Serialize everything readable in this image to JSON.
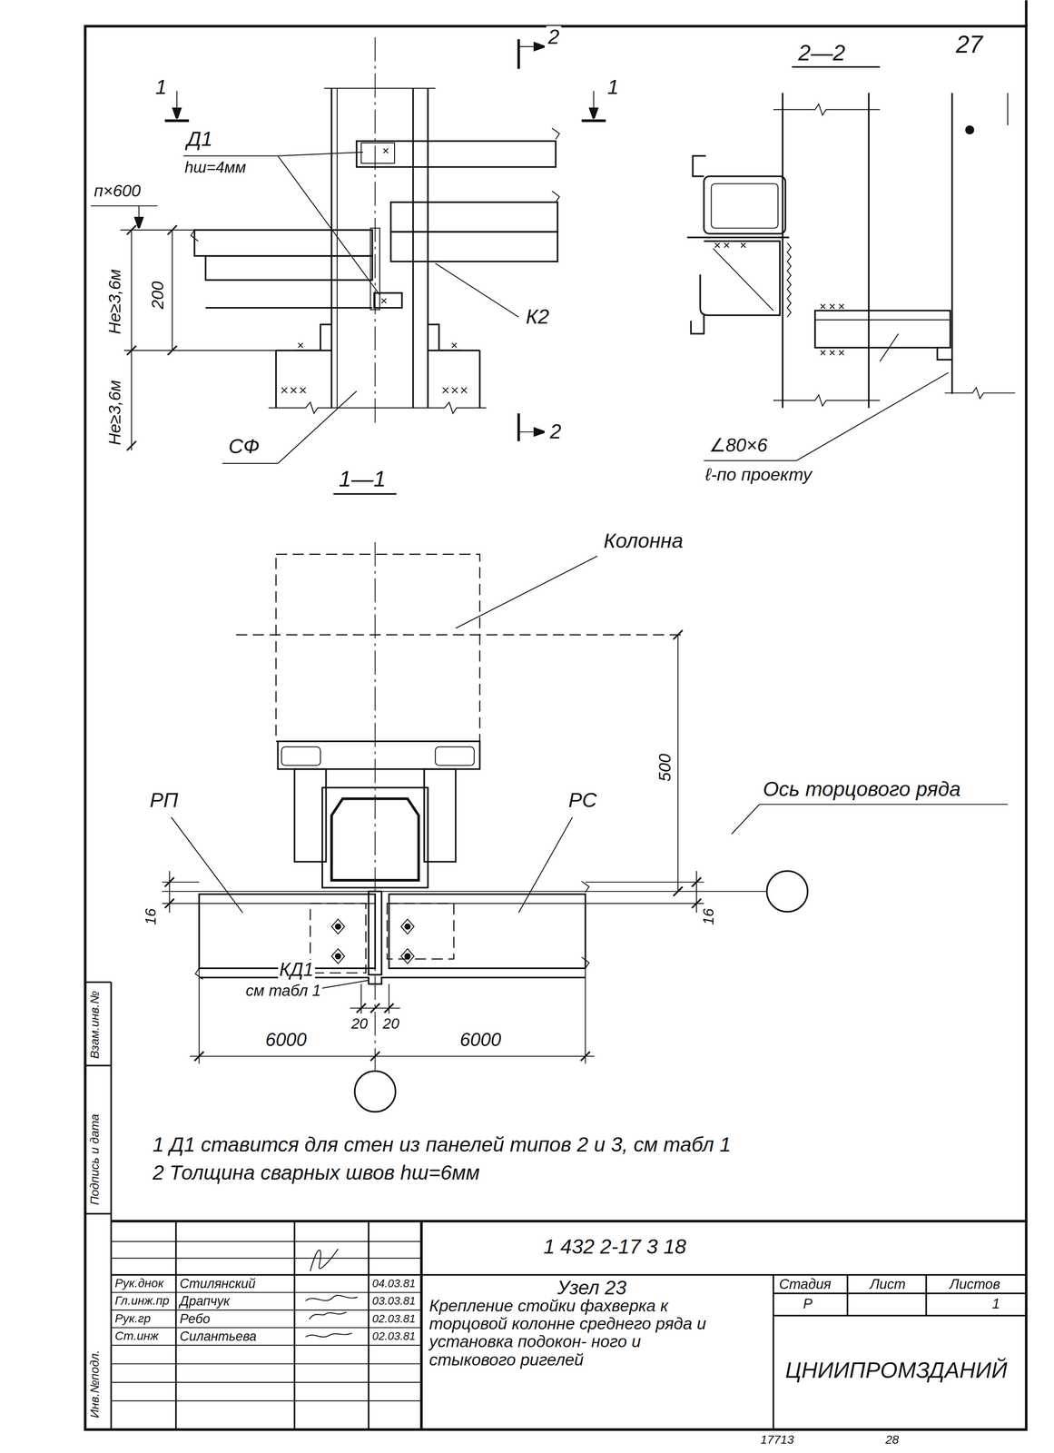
{
  "diagram": {
    "labels": [
      "27",
      "2",
      "2—2",
      "1",
      "1",
      "Д1",
      "hш=4мм",
      "п×600",
      "200",
      "Hе≥3,6м",
      "Hе≥3,6м",
      "К2",
      "СФ",
      "2",
      "1—1",
      "∠80×6",
      "ℓ-по проекту",
      "Колонна",
      "500",
      "Ось торцового ряда",
      "РП",
      "РС",
      "16",
      "16",
      "КД1",
      "см табл 1",
      "20",
      "20",
      "6000",
      "6000",
      "1 Д1 ставится для стен из панелей типов 2 и 3, см табл 1",
      "2 Толщина сварных швов hш=6мм",
      "1 432 2-17 3 18",
      "Рук.днок",
      "Стилянский",
      "04.03.81",
      "Гл.инж.пр",
      "Драпчук",
      "03.03.81",
      "Рук.гр",
      "Ребо",
      "02.03.81",
      "Ст.инж",
      "Силантьева",
      "02.03.81",
      "Узел 23",
      "Крепление стойки фахверка к торцовой колонне среднего ряда и установка подокон- ного и стыкового ригелей",
      "Стадия",
      "Лист",
      "Листов",
      "Р",
      "1",
      "ЦНИИПРОМЗДАНИЙ",
      "Взам.инв.№",
      "Подпись и дата",
      "Инв.№подл.",
      "17713",
      "28"
    ]
  }
}
